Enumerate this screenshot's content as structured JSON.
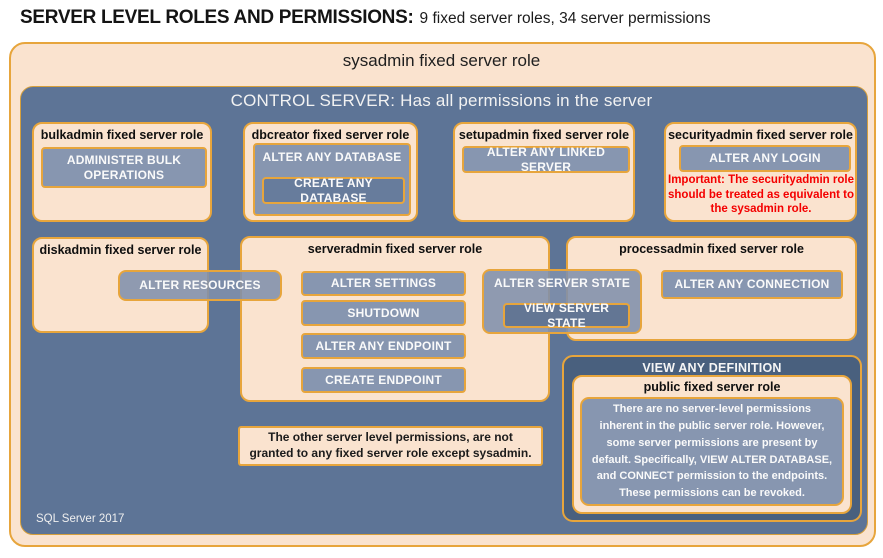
{
  "page_title": {
    "emphasis": "SERVER LEVEL ROLES AND PERMISSIONS:",
    "detail": "9 fixed server roles, 34 server permissions"
  },
  "sysadmin_box": {
    "label": "sysadmin fixed server role"
  },
  "control_box": {
    "label": "CONTROL SERVER: Has all permissions in the server",
    "version_label": "SQL Server 2017"
  },
  "roles": {
    "bulkadmin": {
      "title": "bulkadmin fixed server role",
      "permission": "ADMINISTER BULK OPERATIONS"
    },
    "dbcreator": {
      "title": "dbcreator fixed server role",
      "permission_outer": "ALTER ANY DATABASE",
      "permission_inner": "CREATE ANY DATABASE"
    },
    "setupadmin": {
      "title": "setupadmin fixed server role",
      "permission": "ALTER ANY LINKED SERVER"
    },
    "securityadmin": {
      "title": "securityadmin fixed server role",
      "permission": "ALTER ANY LOGIN",
      "warning": "Important: The securityadmin role should be treated as equivalent to the sysadmin role."
    },
    "diskadmin": {
      "title": "diskadmin fixed server role",
      "permission": "ALTER RESOURCES"
    },
    "serveradmin": {
      "title": "serveradmin fixed server role",
      "permissions": [
        "ALTER SETTINGS",
        "SHUTDOWN",
        "ALTER ANY ENDPOINT",
        "CREATE ENDPOINT"
      ],
      "shared_permission_outer": "ALTER SERVER STATE",
      "shared_permission_inner": "VIEW SERVER STATE"
    },
    "processadmin": {
      "title": "processadmin fixed server role",
      "permission": "ALTER ANY CONNECTION"
    },
    "public": {
      "permission_outer": "VIEW ANY DEFINITION",
      "title": "public fixed server role",
      "body": "There are no server-level permissions inherent in the public server role. However, some server permissions are present by default. Specifically, VIEW ALTER DATABASE, and CONNECT permission to the endpoints. These permissions can be revoked."
    }
  },
  "footnote": "The other server level permissions, are not granted to any fixed server role except sysadmin.",
  "colors": {
    "peach": "#FAE3CF",
    "gold_border": "#E7A53C",
    "slate_blue": "#5D7496",
    "permission_fill": "#8796B0",
    "permission_fill_dark": "#677C9C",
    "dark_slate": "#49607E",
    "warning_red": "#F40000",
    "text_dark": "#1C1C1C",
    "text_light": "#FFFFFF"
  }
}
